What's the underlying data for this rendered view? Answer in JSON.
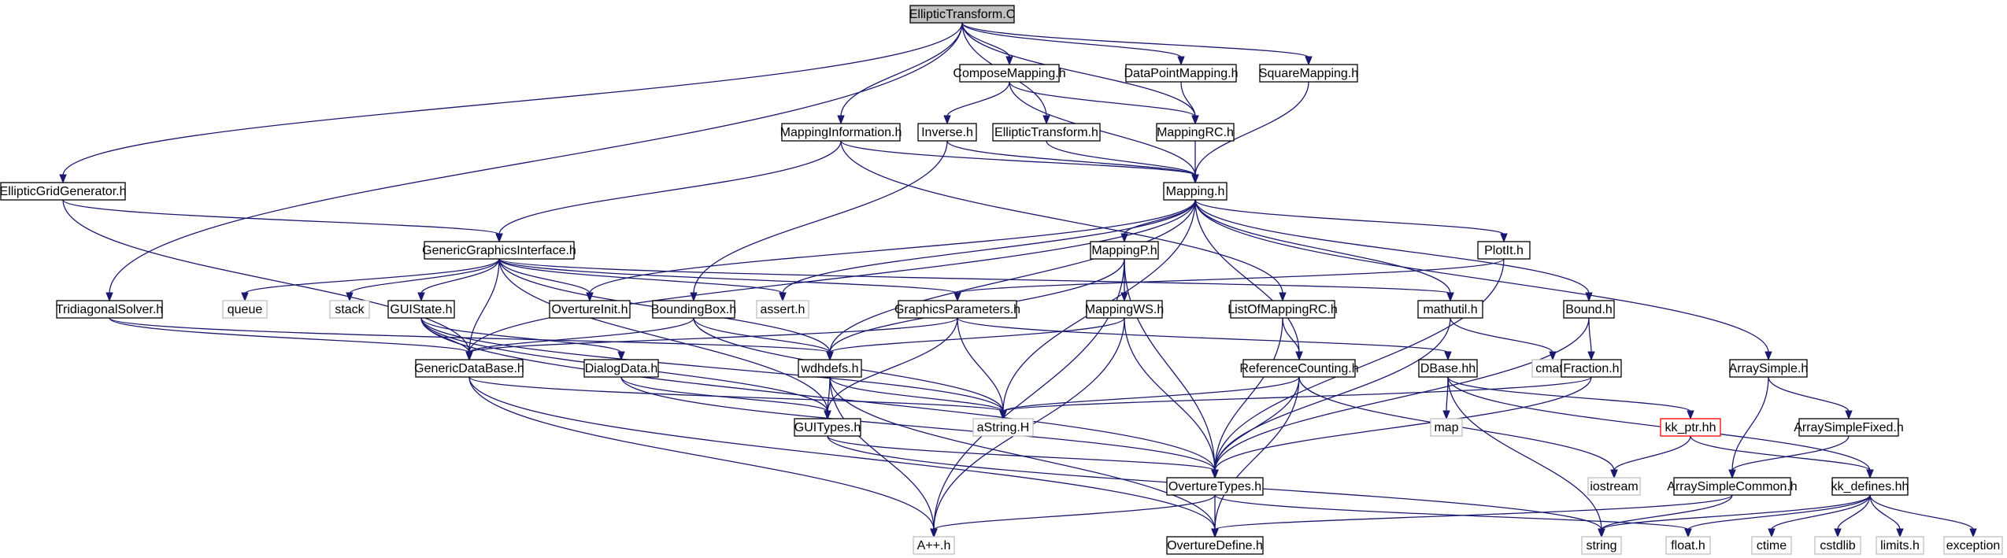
{
  "graph": {
    "root": "EllipticTransform.C",
    "colors": {
      "edge": "#191970",
      "node_border": "#000000",
      "external_border": "#bfbfbf",
      "root_fill": "#bfbfbf",
      "highlight_border": "#ff0000",
      "text": "#000000"
    },
    "nodes": [
      {
        "id": "EllipticTransform.C",
        "label": "EllipticTransform.C",
        "kind": "root"
      },
      {
        "id": "ComposeMapping.h",
        "label": "ComposeMapping.h",
        "kind": "internal"
      },
      {
        "id": "DataPointMapping.h",
        "label": "DataPointMapping.h",
        "kind": "internal"
      },
      {
        "id": "SquareMapping.h",
        "label": "SquareMapping.h",
        "kind": "internal"
      },
      {
        "id": "MappingInformation.h",
        "label": "MappingInformation.h",
        "kind": "internal"
      },
      {
        "id": "Inverse.h",
        "label": "Inverse.h",
        "kind": "internal"
      },
      {
        "id": "EllipticTransform.h",
        "label": "EllipticTransform.h",
        "kind": "internal"
      },
      {
        "id": "MappingRC.h",
        "label": "MappingRC.h",
        "kind": "internal"
      },
      {
        "id": "EllipticGridGenerator.h",
        "label": "EllipticGridGenerator.h",
        "kind": "internal"
      },
      {
        "id": "Mapping.h",
        "label": "Mapping.h",
        "kind": "internal"
      },
      {
        "id": "GenericGraphicsInterface.h",
        "label": "GenericGraphicsInterface.h",
        "kind": "internal"
      },
      {
        "id": "MappingP.h",
        "label": "MappingP.h",
        "kind": "internal"
      },
      {
        "id": "PlotIt.h",
        "label": "PlotIt.h",
        "kind": "internal"
      },
      {
        "id": "TridiagonalSolver.h",
        "label": "TridiagonalSolver.h",
        "kind": "internal"
      },
      {
        "id": "queue",
        "label": "queue",
        "kind": "external"
      },
      {
        "id": "stack",
        "label": "stack",
        "kind": "external"
      },
      {
        "id": "GUIState.h",
        "label": "GUIState.h",
        "kind": "internal"
      },
      {
        "id": "OvertureInit.h",
        "label": "OvertureInit.h",
        "kind": "internal"
      },
      {
        "id": "BoundingBox.h",
        "label": "BoundingBox.h",
        "kind": "internal"
      },
      {
        "id": "assert.h",
        "label": "assert.h",
        "kind": "external"
      },
      {
        "id": "GraphicsParameters.h",
        "label": "GraphicsParameters.h",
        "kind": "internal"
      },
      {
        "id": "MappingWS.h",
        "label": "MappingWS.h",
        "kind": "internal"
      },
      {
        "id": "ListOfMappingRC.h",
        "label": "ListOfMappingRC.h",
        "kind": "internal"
      },
      {
        "id": "mathutil.h",
        "label": "mathutil.h",
        "kind": "internal"
      },
      {
        "id": "Bound.h",
        "label": "Bound.h",
        "kind": "internal"
      },
      {
        "id": "ArraySimple.h",
        "label": "ArraySimple.h",
        "kind": "internal"
      },
      {
        "id": "GenericDataBase.h",
        "label": "GenericDataBase.h",
        "kind": "internal"
      },
      {
        "id": "DialogData.h",
        "label": "DialogData.h",
        "kind": "internal"
      },
      {
        "id": "wdhdefs.h",
        "label": "wdhdefs.h",
        "kind": "internal"
      },
      {
        "id": "ReferenceCounting.h",
        "label": "ReferenceCounting.h",
        "kind": "internal"
      },
      {
        "id": "DBase.hh",
        "label": "DBase.hh",
        "kind": "internal"
      },
      {
        "id": "cmath",
        "label": "cmath",
        "kind": "external"
      },
      {
        "id": "Fraction.h",
        "label": "Fraction.h",
        "kind": "internal"
      },
      {
        "id": "GUITypes.h",
        "label": "GUITypes.h",
        "kind": "internal"
      },
      {
        "id": "aString.H",
        "label": "aString.H",
        "kind": "external"
      },
      {
        "id": "map",
        "label": "map",
        "kind": "external"
      },
      {
        "id": "kk_ptr.hh",
        "label": "kk_ptr.hh",
        "kind": "highlight"
      },
      {
        "id": "ArraySimpleFixed.h",
        "label": "ArraySimpleFixed.h",
        "kind": "internal"
      },
      {
        "id": "OvertureTypes.h",
        "label": "OvertureTypes.h",
        "kind": "internal"
      },
      {
        "id": "iostream",
        "label": "iostream",
        "kind": "external"
      },
      {
        "id": "ArraySimpleCommon.h",
        "label": "ArraySimpleCommon.h",
        "kind": "internal"
      },
      {
        "id": "kk_defines.hh",
        "label": "kk_defines.hh",
        "kind": "internal"
      },
      {
        "id": "A++.h",
        "label": "A++.h",
        "kind": "external"
      },
      {
        "id": "OvertureDefine.h",
        "label": "OvertureDefine.h",
        "kind": "internal"
      },
      {
        "id": "string",
        "label": "string",
        "kind": "external"
      },
      {
        "id": "float.h",
        "label": "float.h",
        "kind": "external"
      },
      {
        "id": "ctime",
        "label": "ctime",
        "kind": "external"
      },
      {
        "id": "cstdlib",
        "label": "cstdlib",
        "kind": "external"
      },
      {
        "id": "limits.h",
        "label": "limits.h",
        "kind": "external"
      },
      {
        "id": "exception",
        "label": "exception",
        "kind": "external"
      }
    ],
    "edges": [
      [
        "EllipticTransform.C",
        "ComposeMapping.h"
      ],
      [
        "EllipticTransform.C",
        "DataPointMapping.h"
      ],
      [
        "EllipticTransform.C",
        "SquareMapping.h"
      ],
      [
        "EllipticTransform.C",
        "MappingInformation.h"
      ],
      [
        "EllipticTransform.C",
        "EllipticTransform.h"
      ],
      [
        "EllipticTransform.C",
        "MappingRC.h"
      ],
      [
        "EllipticTransform.C",
        "EllipticGridGenerator.h"
      ],
      [
        "EllipticTransform.C",
        "TridiagonalSolver.h"
      ],
      [
        "ComposeMapping.h",
        "Inverse.h"
      ],
      [
        "ComposeMapping.h",
        "MappingRC.h"
      ],
      [
        "ComposeMapping.h",
        "Mapping.h"
      ],
      [
        "DataPointMapping.h",
        "MappingRC.h"
      ],
      [
        "SquareMapping.h",
        "Mapping.h"
      ],
      [
        "MappingInformation.h",
        "Mapping.h"
      ],
      [
        "MappingInformation.h",
        "GenericGraphicsInterface.h"
      ],
      [
        "MappingInformation.h",
        "ListOfMappingRC.h"
      ],
      [
        "Inverse.h",
        "Mapping.h"
      ],
      [
        "Inverse.h",
        "BoundingBox.h"
      ],
      [
        "EllipticTransform.h",
        "Mapping.h"
      ],
      [
        "MappingRC.h",
        "Mapping.h"
      ],
      [
        "EllipticGridGenerator.h",
        "GenericGraphicsInterface.h"
      ],
      [
        "EllipticGridGenerator.h",
        "GenericDataBase.h"
      ],
      [
        "TridiagonalSolver.h",
        "GenericDataBase.h"
      ],
      [
        "TridiagonalSolver.h",
        "wdhdefs.h"
      ],
      [
        "Mapping.h",
        "GenericDataBase.h"
      ],
      [
        "Mapping.h",
        "MappingP.h"
      ],
      [
        "Mapping.h",
        "PlotIt.h"
      ],
      [
        "Mapping.h",
        "OvertureInit.h"
      ],
      [
        "Mapping.h",
        "assert.h"
      ],
      [
        "Mapping.h",
        "wdhdefs.h"
      ],
      [
        "Mapping.h",
        "aString.H"
      ],
      [
        "Mapping.h",
        "mathutil.h"
      ],
      [
        "Mapping.h",
        "Bound.h"
      ],
      [
        "Mapping.h",
        "ArraySimple.h"
      ],
      [
        "Mapping.h",
        "ReferenceCounting.h"
      ],
      [
        "GenericGraphicsInterface.h",
        "queue"
      ],
      [
        "GenericGraphicsInterface.h",
        "stack"
      ],
      [
        "GenericGraphicsInterface.h",
        "GUIState.h"
      ],
      [
        "GenericGraphicsInterface.h",
        "OvertureInit.h"
      ],
      [
        "GenericGraphicsInterface.h",
        "assert.h"
      ],
      [
        "GenericGraphicsInterface.h",
        "GraphicsParameters.h"
      ],
      [
        "GenericGraphicsInterface.h",
        "mathutil.h"
      ],
      [
        "GenericGraphicsInterface.h",
        "GenericDataBase.h"
      ],
      [
        "GenericGraphicsInterface.h",
        "wdhdefs.h"
      ],
      [
        "GenericGraphicsInterface.h",
        "GUITypes.h"
      ],
      [
        "GUIState.h",
        "GenericDataBase.h"
      ],
      [
        "GUIState.h",
        "DialogData.h"
      ],
      [
        "GUIState.h",
        "GUITypes.h"
      ],
      [
        "GUIState.h",
        "aString.H"
      ],
      [
        "GUIState.h",
        "OvertureTypes.h"
      ],
      [
        "BoundingBox.h",
        "GenericDataBase.h"
      ],
      [
        "BoundingBox.h",
        "wdhdefs.h"
      ],
      [
        "BoundingBox.h",
        "aString.H"
      ],
      [
        "MappingP.h",
        "wdhdefs.h"
      ],
      [
        "MappingP.h",
        "MappingWS.h"
      ],
      [
        "MappingP.h",
        "A++.h"
      ],
      [
        "MappingP.h",
        "OvertureTypes.h"
      ],
      [
        "PlotIt.h",
        "GraphicsParameters.h"
      ],
      [
        "PlotIt.h",
        "OvertureTypes.h"
      ],
      [
        "GraphicsParameters.h",
        "GenericDataBase.h"
      ],
      [
        "GraphicsParameters.h",
        "GUITypes.h"
      ],
      [
        "GraphicsParameters.h",
        "aString.H"
      ],
      [
        "GraphicsParameters.h",
        "DBase.hh"
      ],
      [
        "MappingWS.h",
        "wdhdefs.h"
      ],
      [
        "MappingWS.h",
        "OvertureTypes.h"
      ],
      [
        "MappingWS.h",
        "A++.h"
      ],
      [
        "ListOfMappingRC.h",
        "ReferenceCounting.h"
      ],
      [
        "ListOfMappingRC.h",
        "OvertureTypes.h"
      ],
      [
        "mathutil.h",
        "cmath"
      ],
      [
        "mathutil.h",
        "OvertureTypes.h"
      ],
      [
        "Bound.h",
        "Fraction.h"
      ],
      [
        "Bound.h",
        "OvertureTypes.h"
      ],
      [
        "ArraySimple.h",
        "ArraySimpleFixed.h"
      ],
      [
        "ArraySimple.h",
        "ArraySimpleCommon.h"
      ],
      [
        "GenericDataBase.h",
        "aString.H"
      ],
      [
        "GenericDataBase.h",
        "A++.h"
      ],
      [
        "GenericDataBase.h",
        "OvertureDefine.h"
      ],
      [
        "DialogData.h",
        "GUITypes.h"
      ],
      [
        "DialogData.h",
        "OvertureTypes.h"
      ],
      [
        "wdhdefs.h",
        "aString.H"
      ],
      [
        "wdhdefs.h",
        "GUITypes.h"
      ],
      [
        "wdhdefs.h",
        "A++.h"
      ],
      [
        "wdhdefs.h",
        "OvertureDefine.h"
      ],
      [
        "ReferenceCounting.h",
        "aString.H"
      ],
      [
        "ReferenceCounting.h",
        "OvertureTypes.h"
      ],
      [
        "ReferenceCounting.h",
        "OvertureDefine.h"
      ],
      [
        "ReferenceCounting.h",
        "iostream"
      ],
      [
        "DBase.hh",
        "map"
      ],
      [
        "DBase.hh",
        "kk_ptr.hh"
      ],
      [
        "DBase.hh",
        "string"
      ],
      [
        "DBase.hh",
        "kk_defines.hh"
      ],
      [
        "Fraction.h",
        "aString.H"
      ],
      [
        "Fraction.h",
        "OvertureTypes.h"
      ],
      [
        "GUITypes.h",
        "OvertureTypes.h"
      ],
      [
        "GUITypes.h",
        "string"
      ],
      [
        "kk_ptr.hh",
        "iostream"
      ],
      [
        "kk_ptr.hh",
        "kk_defines.hh"
      ],
      [
        "ArraySimpleFixed.h",
        "ArraySimpleCommon.h"
      ],
      [
        "ArraySimpleCommon.h",
        "OvertureDefine.h"
      ],
      [
        "ArraySimpleCommon.h",
        "string"
      ],
      [
        "OvertureTypes.h",
        "A++.h"
      ],
      [
        "OvertureTypes.h",
        "OvertureDefine.h"
      ],
      [
        "OvertureTypes.h",
        "float.h"
      ],
      [
        "kk_defines.hh",
        "string"
      ],
      [
        "kk_defines.hh",
        "float.h"
      ],
      [
        "kk_defines.hh",
        "ctime"
      ],
      [
        "kk_defines.hh",
        "cstdlib"
      ],
      [
        "kk_defines.hh",
        "limits.h"
      ],
      [
        "kk_defines.hh",
        "exception"
      ]
    ]
  }
}
